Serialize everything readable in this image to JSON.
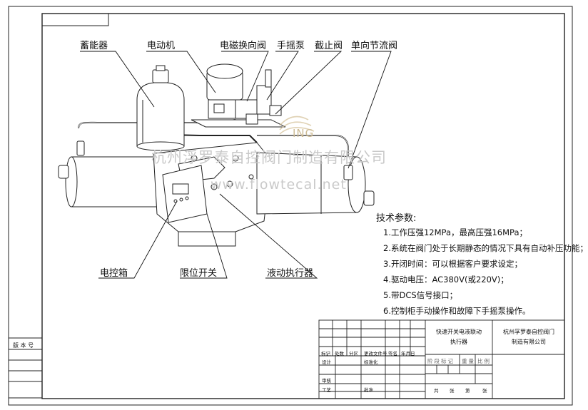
{
  "labels": {
    "accumulator": "蓄能器",
    "motor": "电动机",
    "solenoid_valve": "电磁换向阀",
    "hand_pump": "手摇泵",
    "stop_valve": "截止阀",
    "check_throttle_valve": "单向节流阀",
    "control_box": "电控箱",
    "limit_switch": "限位开关",
    "hydraulic_actuator": "液动执行器"
  },
  "specs": {
    "heading": "技术参数:",
    "items": [
      "1.工作压强12MPa，最高压强16MPa；",
      "2.系统在阀门处于长期静态的情况下具有自动补压功能；",
      "3.开闭时间：可以根据客户要求设定；",
      "4.驱动电压：AC380V(或220V)；",
      "5.带DCS信号接口；",
      "6.控制柜手动操作和故障下手摇泵操作。"
    ]
  },
  "watermark": {
    "company": "杭州浮罗泰自控阀门制造有限公司",
    "url": "www.flowtecal.net",
    "brand": "ING"
  },
  "side_label": "版 本 号",
  "title_block": {
    "header_row": [
      "标记",
      "处数",
      "分区",
      "更改文件号",
      "签名",
      "年月日"
    ],
    "design": "设计",
    "standardize": "标准化",
    "review": "审核",
    "process": "工艺",
    "approve": "批准",
    "drawing_title_line1": "快速开关电液联动",
    "drawing_title_line2": "执行器",
    "company_line1": "杭州孚罗泰自控阀门",
    "company_line2": "制造有限公司",
    "stage_row": [
      "阶段标记",
      "重量",
      "比例"
    ],
    "sheet_row": [
      "共",
      "张",
      "第",
      "张"
    ]
  }
}
